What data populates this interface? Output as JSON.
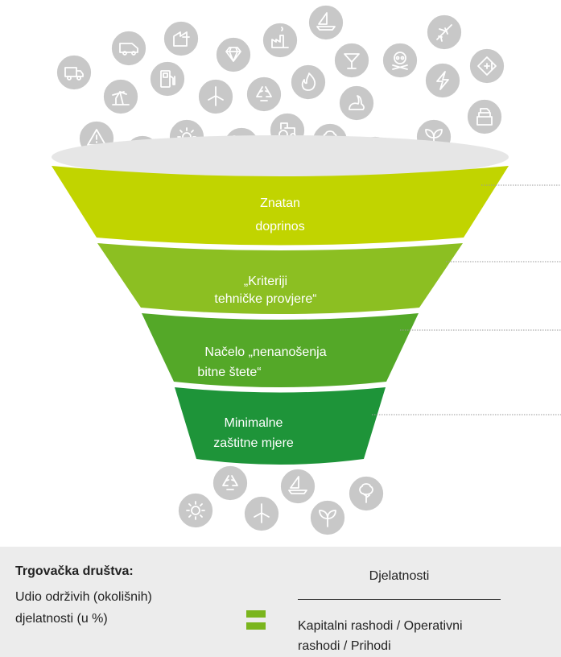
{
  "diagram": {
    "stages": [
      {
        "lines": [
          "Znatan",
          "doprinos"
        ],
        "color": "#c1d400"
      },
      {
        "lines": [
          "„Kriteriji",
          "tehničke provjere“"
        ],
        "color": "#8cbf22"
      },
      {
        "lines": [
          "Načelo „nenanošenja",
          "bitne štete“"
        ],
        "color": "#54a828"
      },
      {
        "lines": [
          "Minimalne",
          "zaštitne mjere"
        ],
        "color": "#1e9439"
      }
    ],
    "funnel_rim_color": "#e6e6e6",
    "icon_color": "#c8c8c8",
    "icons_top": [
      "truck-icon",
      "delivery-van-icon",
      "factory-building-icon",
      "diamond-icon",
      "factory-smokestack-icon",
      "sailboat-icon",
      "cocktail-glass-icon",
      "skull-icon",
      "airplane-icon",
      "oil-pump-icon",
      "fuel-pump-icon",
      "wind-turbine-icon",
      "recycle-icon",
      "flame-icon",
      "rabbit-icon",
      "lightning-icon",
      "chemical-icon",
      "document-stack-icon",
      "warning-icon",
      "nuclear-plant-icon",
      "sun-icon",
      "bone-icon",
      "tractor-icon",
      "tree-icon",
      "ladder-icon",
      "sprout-icon"
    ],
    "icons_bottom": [
      "sun-icon",
      "recycle-icon",
      "wind-turbine-icon",
      "sailboat-icon",
      "sprout-icon",
      "tree-icon"
    ]
  },
  "formula": {
    "title": "Trgovačka društva:",
    "description_lines": [
      "Udio održivih (okolišnih)",
      "djelatnosti (u %)"
    ],
    "numerator": "Djelatnosti",
    "denominator_lines": [
      "Kapitalni rashodi / Operativni",
      "rashodi / Prihodi"
    ],
    "accent_color": "#7ab51d"
  }
}
